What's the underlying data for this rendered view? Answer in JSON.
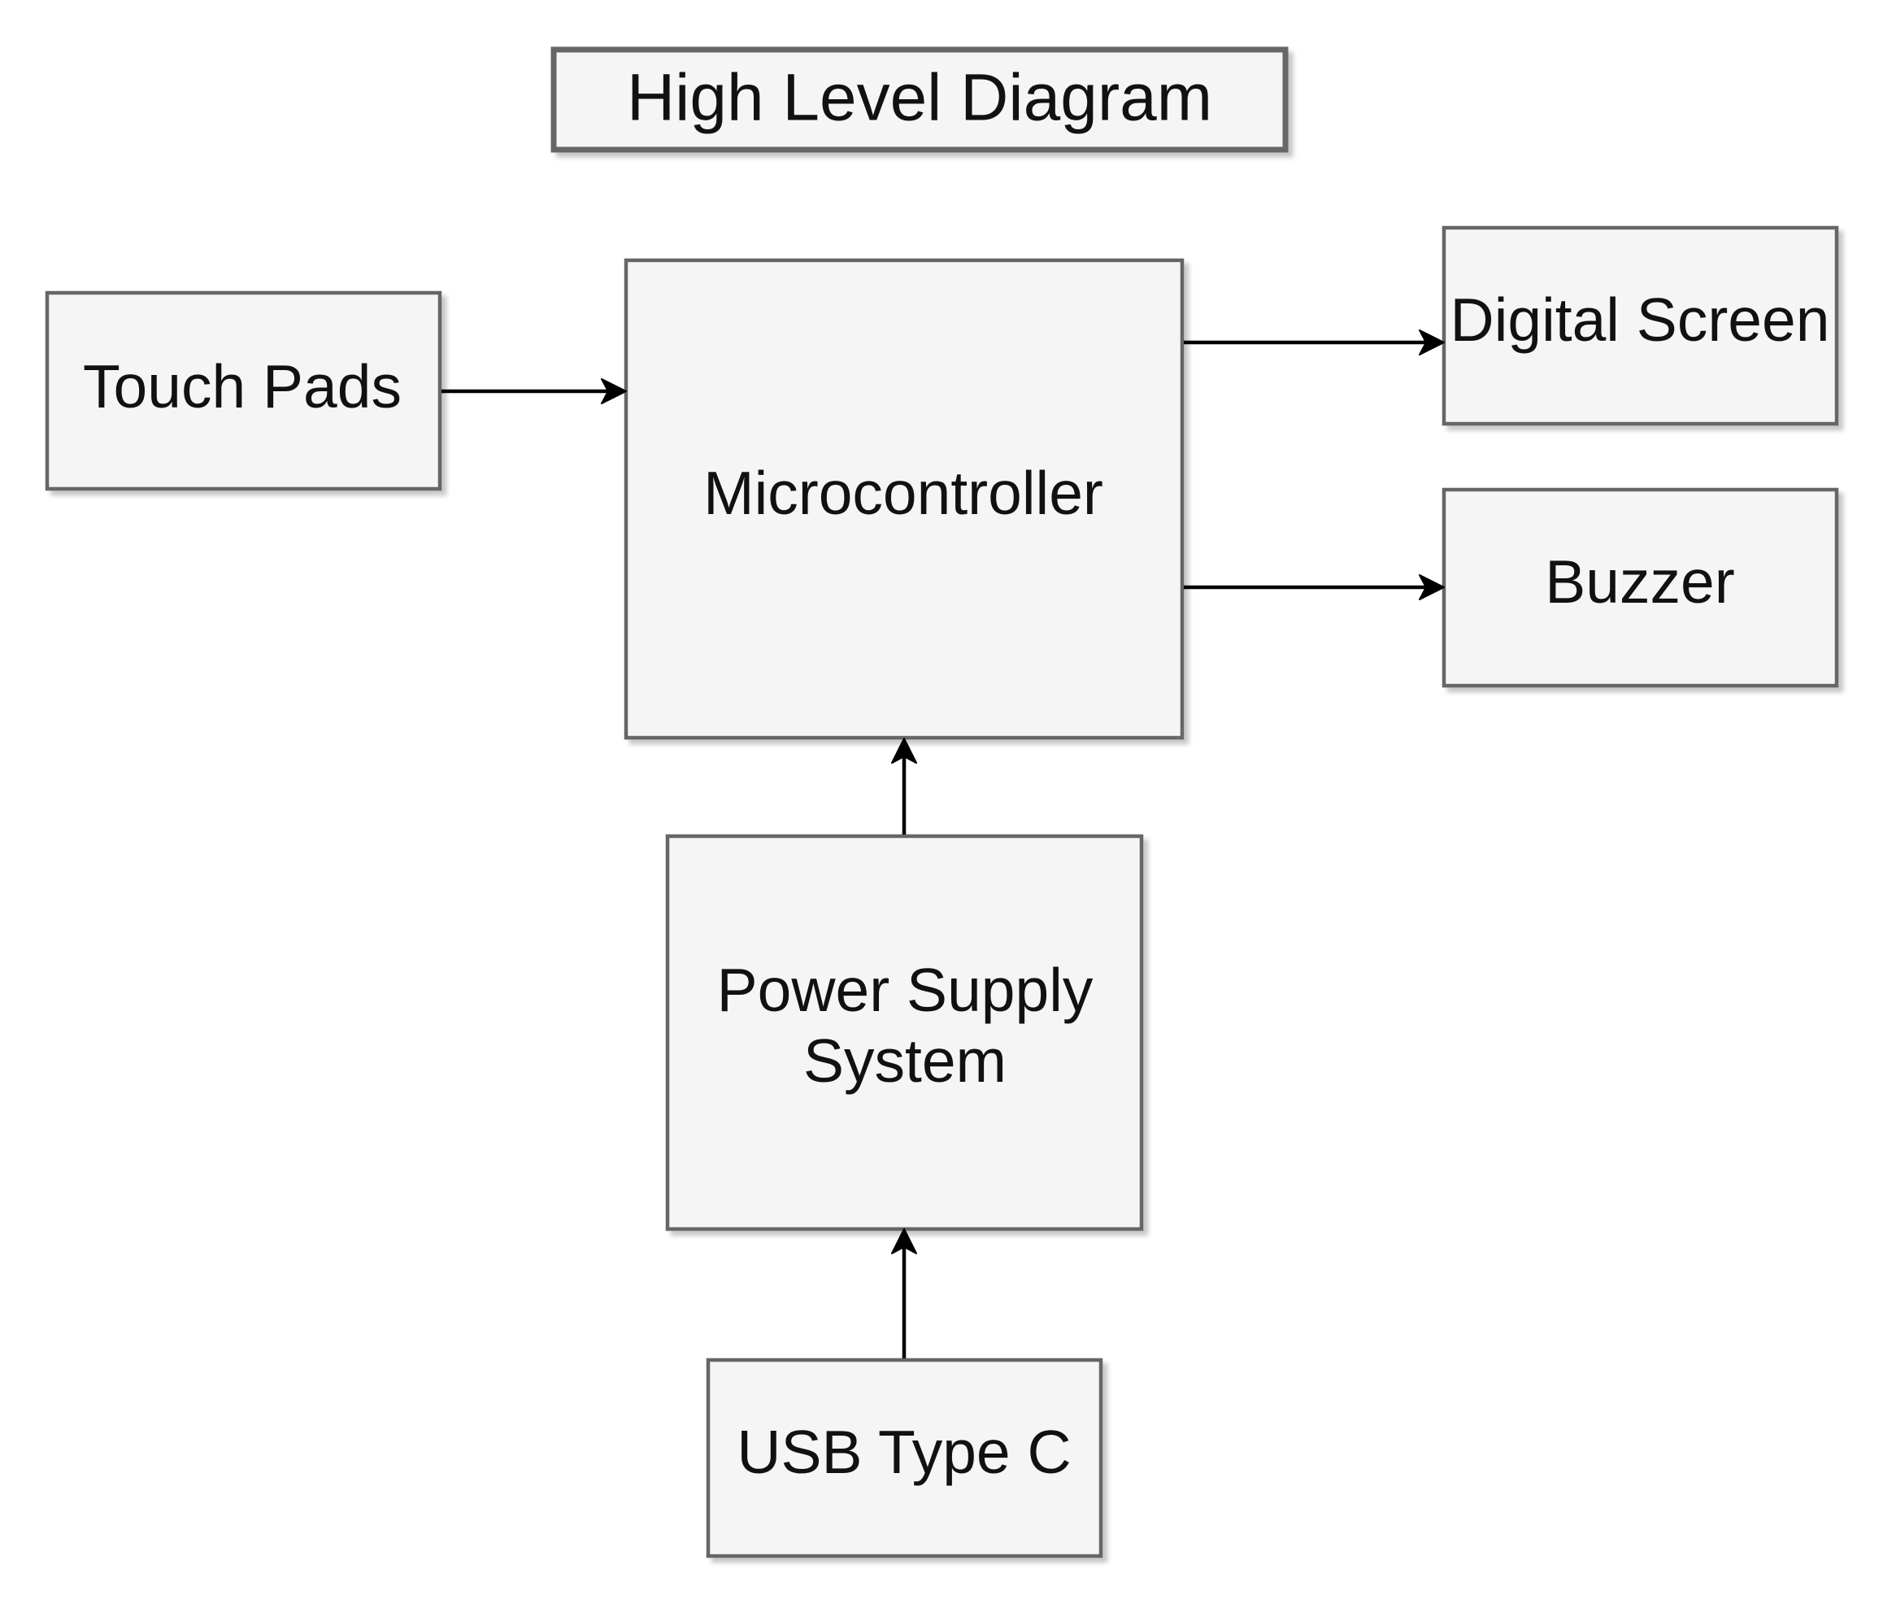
{
  "diagram": {
    "title": "High Level Diagram",
    "nodes": {
      "touch_pads": "Touch Pads",
      "microcontroller": "Microcontroller",
      "digital_screen": "Digital Screen",
      "buzzer": "Buzzer",
      "power_supply": [
        "Power Supply",
        "System"
      ],
      "usb_type_c": "USB Type C"
    },
    "edges": [
      {
        "from": "touch_pads",
        "to": "microcontroller"
      },
      {
        "from": "microcontroller",
        "to": "digital_screen"
      },
      {
        "from": "microcontroller",
        "to": "buzzer"
      },
      {
        "from": "power_supply",
        "to": "microcontroller"
      },
      {
        "from": "usb_type_c",
        "to": "power_supply"
      }
    ]
  }
}
